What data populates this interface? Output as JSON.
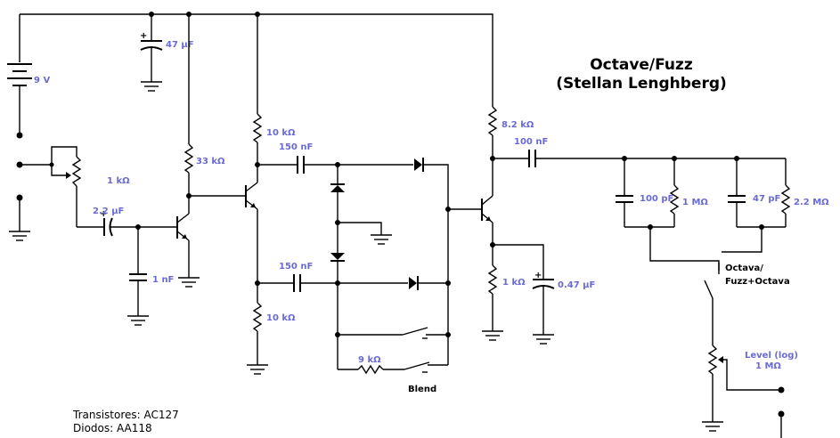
{
  "title": {
    "line1": "Octave/Fuzz",
    "line2": "(Stellan Lenghberg)"
  },
  "components": {
    "battery": "9 V",
    "c_supply": "47 µF",
    "pot_input": "1 kΩ",
    "c_input": "2.2 µF",
    "c_base": "1 nF",
    "r_collector1": "33 kΩ",
    "r_top": "10 kΩ",
    "r_bottom": "10 kΩ",
    "c_upper": "150 nF",
    "c_lower": "150 nF",
    "r_blend": "9 kΩ",
    "r_out_collector": "8.2 kΩ",
    "c_out": "100 nF",
    "r_emitter": "1 kΩ",
    "c_emitter": "0.47 µF",
    "c_filter1": "100 pF",
    "r_filter1": "1 MΩ",
    "c_filter2": "47 pF",
    "r_filter2": "2.2 MΩ",
    "level_line1": "Level (log)",
    "level_line2": "1 MΩ"
  },
  "switches": {
    "blend": "Blend",
    "mode_a": "Octava/",
    "mode_b": "Fuzz+Octava"
  },
  "notes": {
    "transistors": "Transistores: AC127",
    "diodes": "Diodos: AA118"
  }
}
